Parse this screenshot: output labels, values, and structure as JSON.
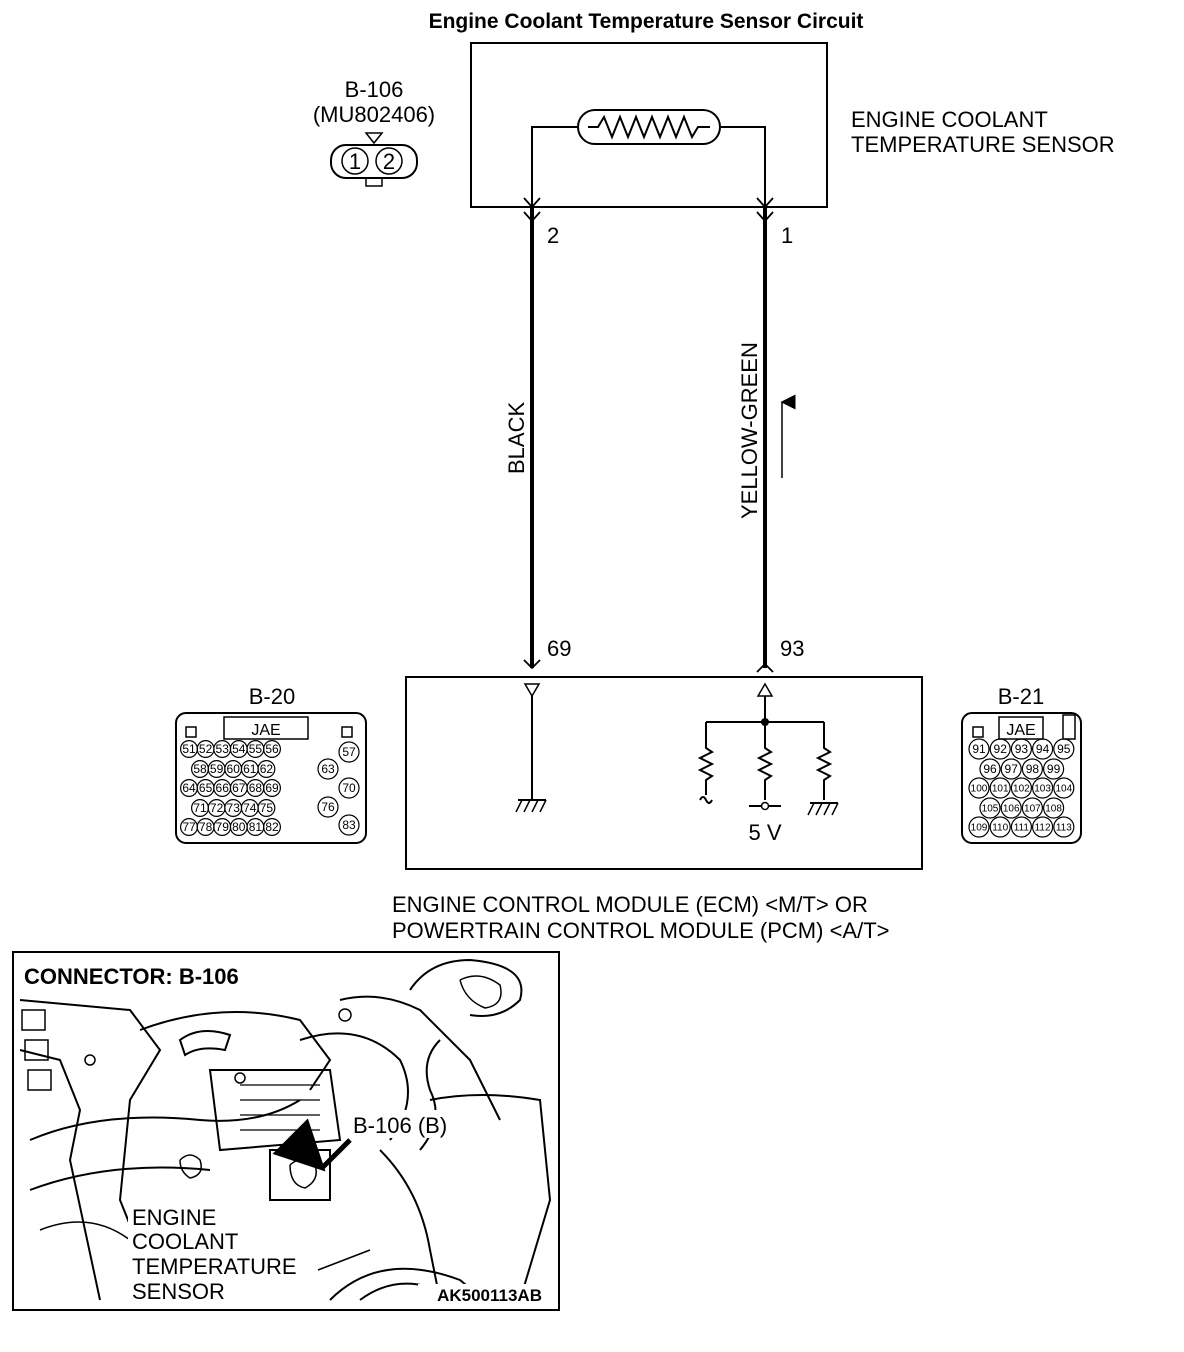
{
  "title": "Engine Coolant Temperature Sensor Circuit",
  "sensor_connector": {
    "id": "B-106",
    "part_number": "(MU802406)",
    "pins": [
      "1",
      "2"
    ]
  },
  "sensor_label": [
    "ENGINE COOLANT",
    "TEMPERATURE SENSOR"
  ],
  "sensor_terminals": {
    "left": "2",
    "right": "1"
  },
  "wires": {
    "left_color": "BLACK",
    "right_color": "YELLOW-GREEN"
  },
  "ecm_terminals": {
    "left": "69",
    "right": "93"
  },
  "ecm_voltage": "5 V",
  "ecm_label": [
    "ENGINE CONTROL MODULE (ECM) <M/T> OR",
    "POWERTRAIN CONTROL MODULE (PCM) <A/T>"
  ],
  "connector_b20": {
    "id": "B-20",
    "maker": "JAE",
    "rows": [
      [
        "51",
        "52",
        "53",
        "54",
        "55",
        "56"
      ],
      [
        "58",
        "59",
        "60",
        "61",
        "62"
      ],
      [
        "64",
        "65",
        "66",
        "67",
        "68",
        "69"
      ],
      [
        "71",
        "72",
        "73",
        "74",
        "75"
      ],
      [
        "77",
        "78",
        "79",
        "80",
        "81",
        "82"
      ]
    ],
    "side_pins": [
      "57",
      "63",
      "70",
      "76",
      "83"
    ]
  },
  "connector_b21": {
    "id": "B-21",
    "maker": "JAE",
    "rows": [
      [
        "91",
        "92",
        "93",
        "94",
        "95"
      ],
      [
        "96",
        "97",
        "98",
        "99"
      ],
      [
        "100",
        "101",
        "102",
        "103",
        "104"
      ],
      [
        "105",
        "106",
        "107",
        "108"
      ],
      [
        "109",
        "110",
        "111",
        "112",
        "113"
      ]
    ]
  },
  "location_view": {
    "heading": "CONNECTOR: B-106",
    "callout": "B-106 (B)",
    "component_label": [
      "ENGINE",
      "COOLANT",
      "TEMPERATURE",
      "SENSOR"
    ],
    "code": "AK500113AB"
  }
}
